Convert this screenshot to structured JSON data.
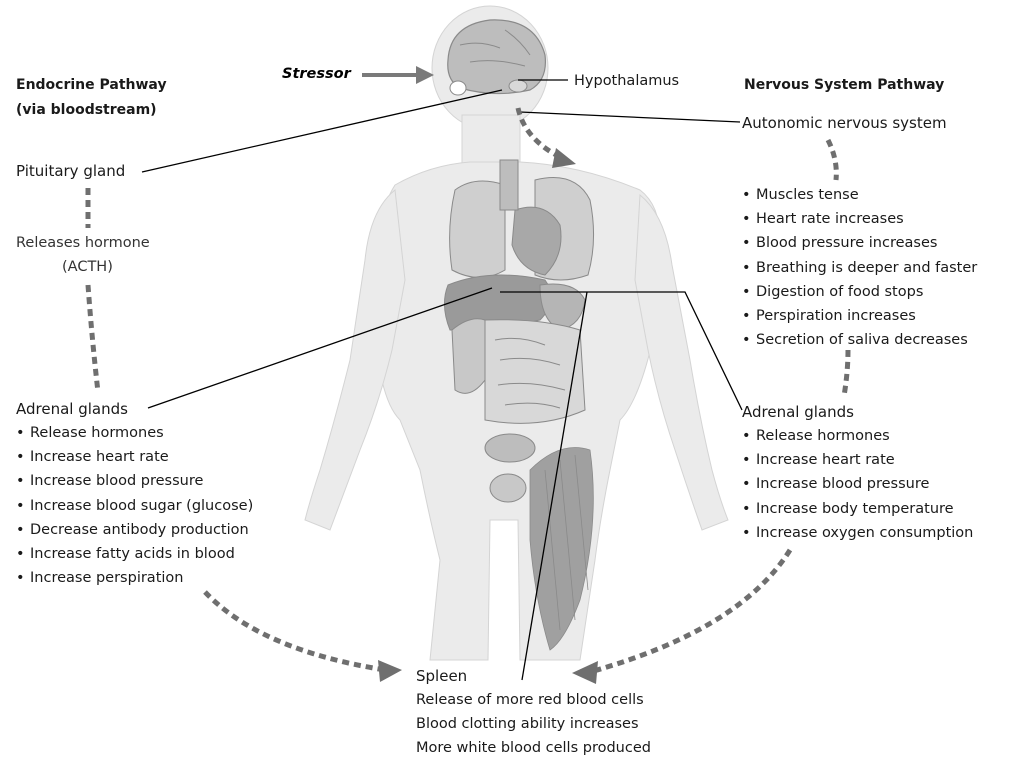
{
  "stressor": "Stressor",
  "hypothalamus": "Hypothalamus",
  "endocrine": {
    "title_line1": "Endocrine Pathway",
    "title_line2": "(via bloodstream)",
    "pituitary": "Pituitary gland",
    "releases_line1": "Releases hormone",
    "releases_line2": "(ACTH)",
    "adrenal": "Adrenal glands",
    "effects": [
      "Release hormones",
      "Increase heart rate",
      "Increase blood pressure",
      "Increase blood sugar (glucose)",
      "Decrease antibody production",
      "Increase fatty acids in blood",
      "Increase perspiration"
    ]
  },
  "nervous": {
    "title": "Nervous System Pathway",
    "autonomic": "Autonomic nervous system",
    "effects": [
      "Muscles tense",
      "Heart rate increases",
      "Blood pressure increases",
      "Breathing is deeper and faster",
      "Digestion of food stops",
      "Perspiration increases",
      "Secretion of saliva decreases"
    ],
    "adrenal": "Adrenal glands",
    "adrenal_effects": [
      "Release hormones",
      "Increase heart rate",
      "Increase blood pressure",
      "Increase body temperature",
      "Increase oxygen consumption"
    ]
  },
  "spleen": {
    "title": "Spleen",
    "effects": [
      "Release of more red blood cells",
      "Blood clotting ability increases",
      "More white blood cells produced"
    ]
  },
  "colors": {
    "body": "#ebebeb",
    "organ_dark": "#8a8a8a",
    "organ_mid": "#b0b0b0",
    "arrow": "#6f6f6f",
    "line": "#000000"
  }
}
